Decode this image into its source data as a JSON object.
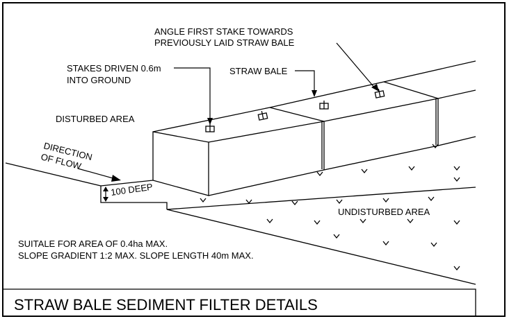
{
  "labels": {
    "angle_stake_line1": "ANGLE FIRST STAKE TOWARDS",
    "angle_stake_line2": "PREVIOUSLY LAID STRAW BALE",
    "stakes_driven_line1": "STAKES DRIVEN 0.6m",
    "stakes_driven_line2": "INTO GROUND",
    "straw_bale": "STRAW BALE",
    "disturbed_area": "DISTURBED AREA",
    "direction_line1": "DIRECTION",
    "direction_line2": "OF FLOW",
    "depth": "100 DEEP",
    "undisturbed_area": "UNDISTURBED AREA",
    "note_line1": "SUITALE FOR AREA OF 0.4ha MAX.",
    "note_line2": "SLOPE GRADIENT 1:2 MAX. SLOPE LENGTH 40m MAX."
  },
  "title": "STRAW BALE SEDIMENT FILTER DETAILS"
}
